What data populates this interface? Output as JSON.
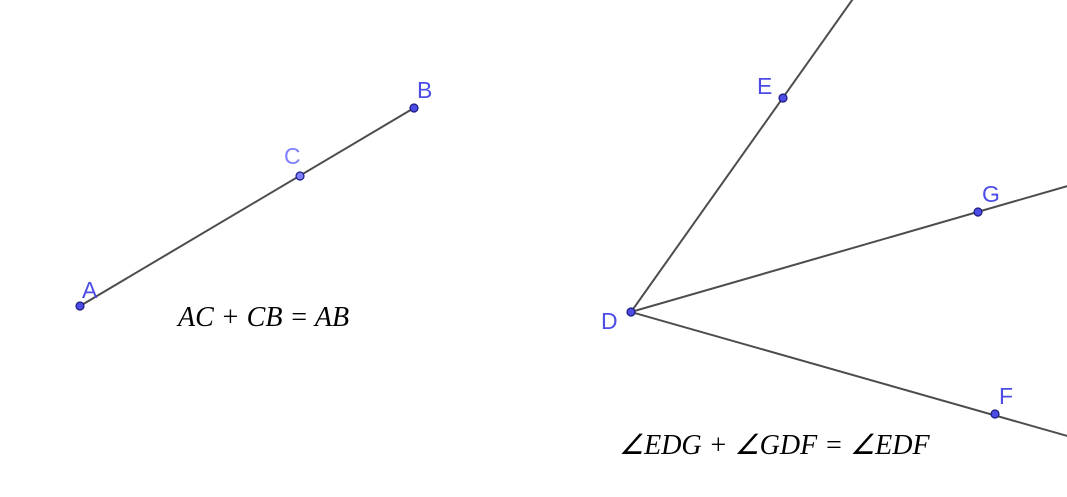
{
  "colors": {
    "point_fill": "#4d4de6",
    "point_label": "#4d4de6",
    "point_label_light": "#7f7fff",
    "line": "#4d4d4d"
  },
  "points": {
    "A": {
      "label": "A"
    },
    "B": {
      "label": "B"
    },
    "C": {
      "label": "C"
    },
    "D": {
      "label": "D"
    },
    "E": {
      "label": "E"
    },
    "F": {
      "label": "F"
    },
    "G": {
      "label": "G"
    }
  },
  "formulas": {
    "segment_addition": "AC + CB = AB",
    "angle_addition": "∠EDG + ∠GDF = ∠EDF"
  }
}
